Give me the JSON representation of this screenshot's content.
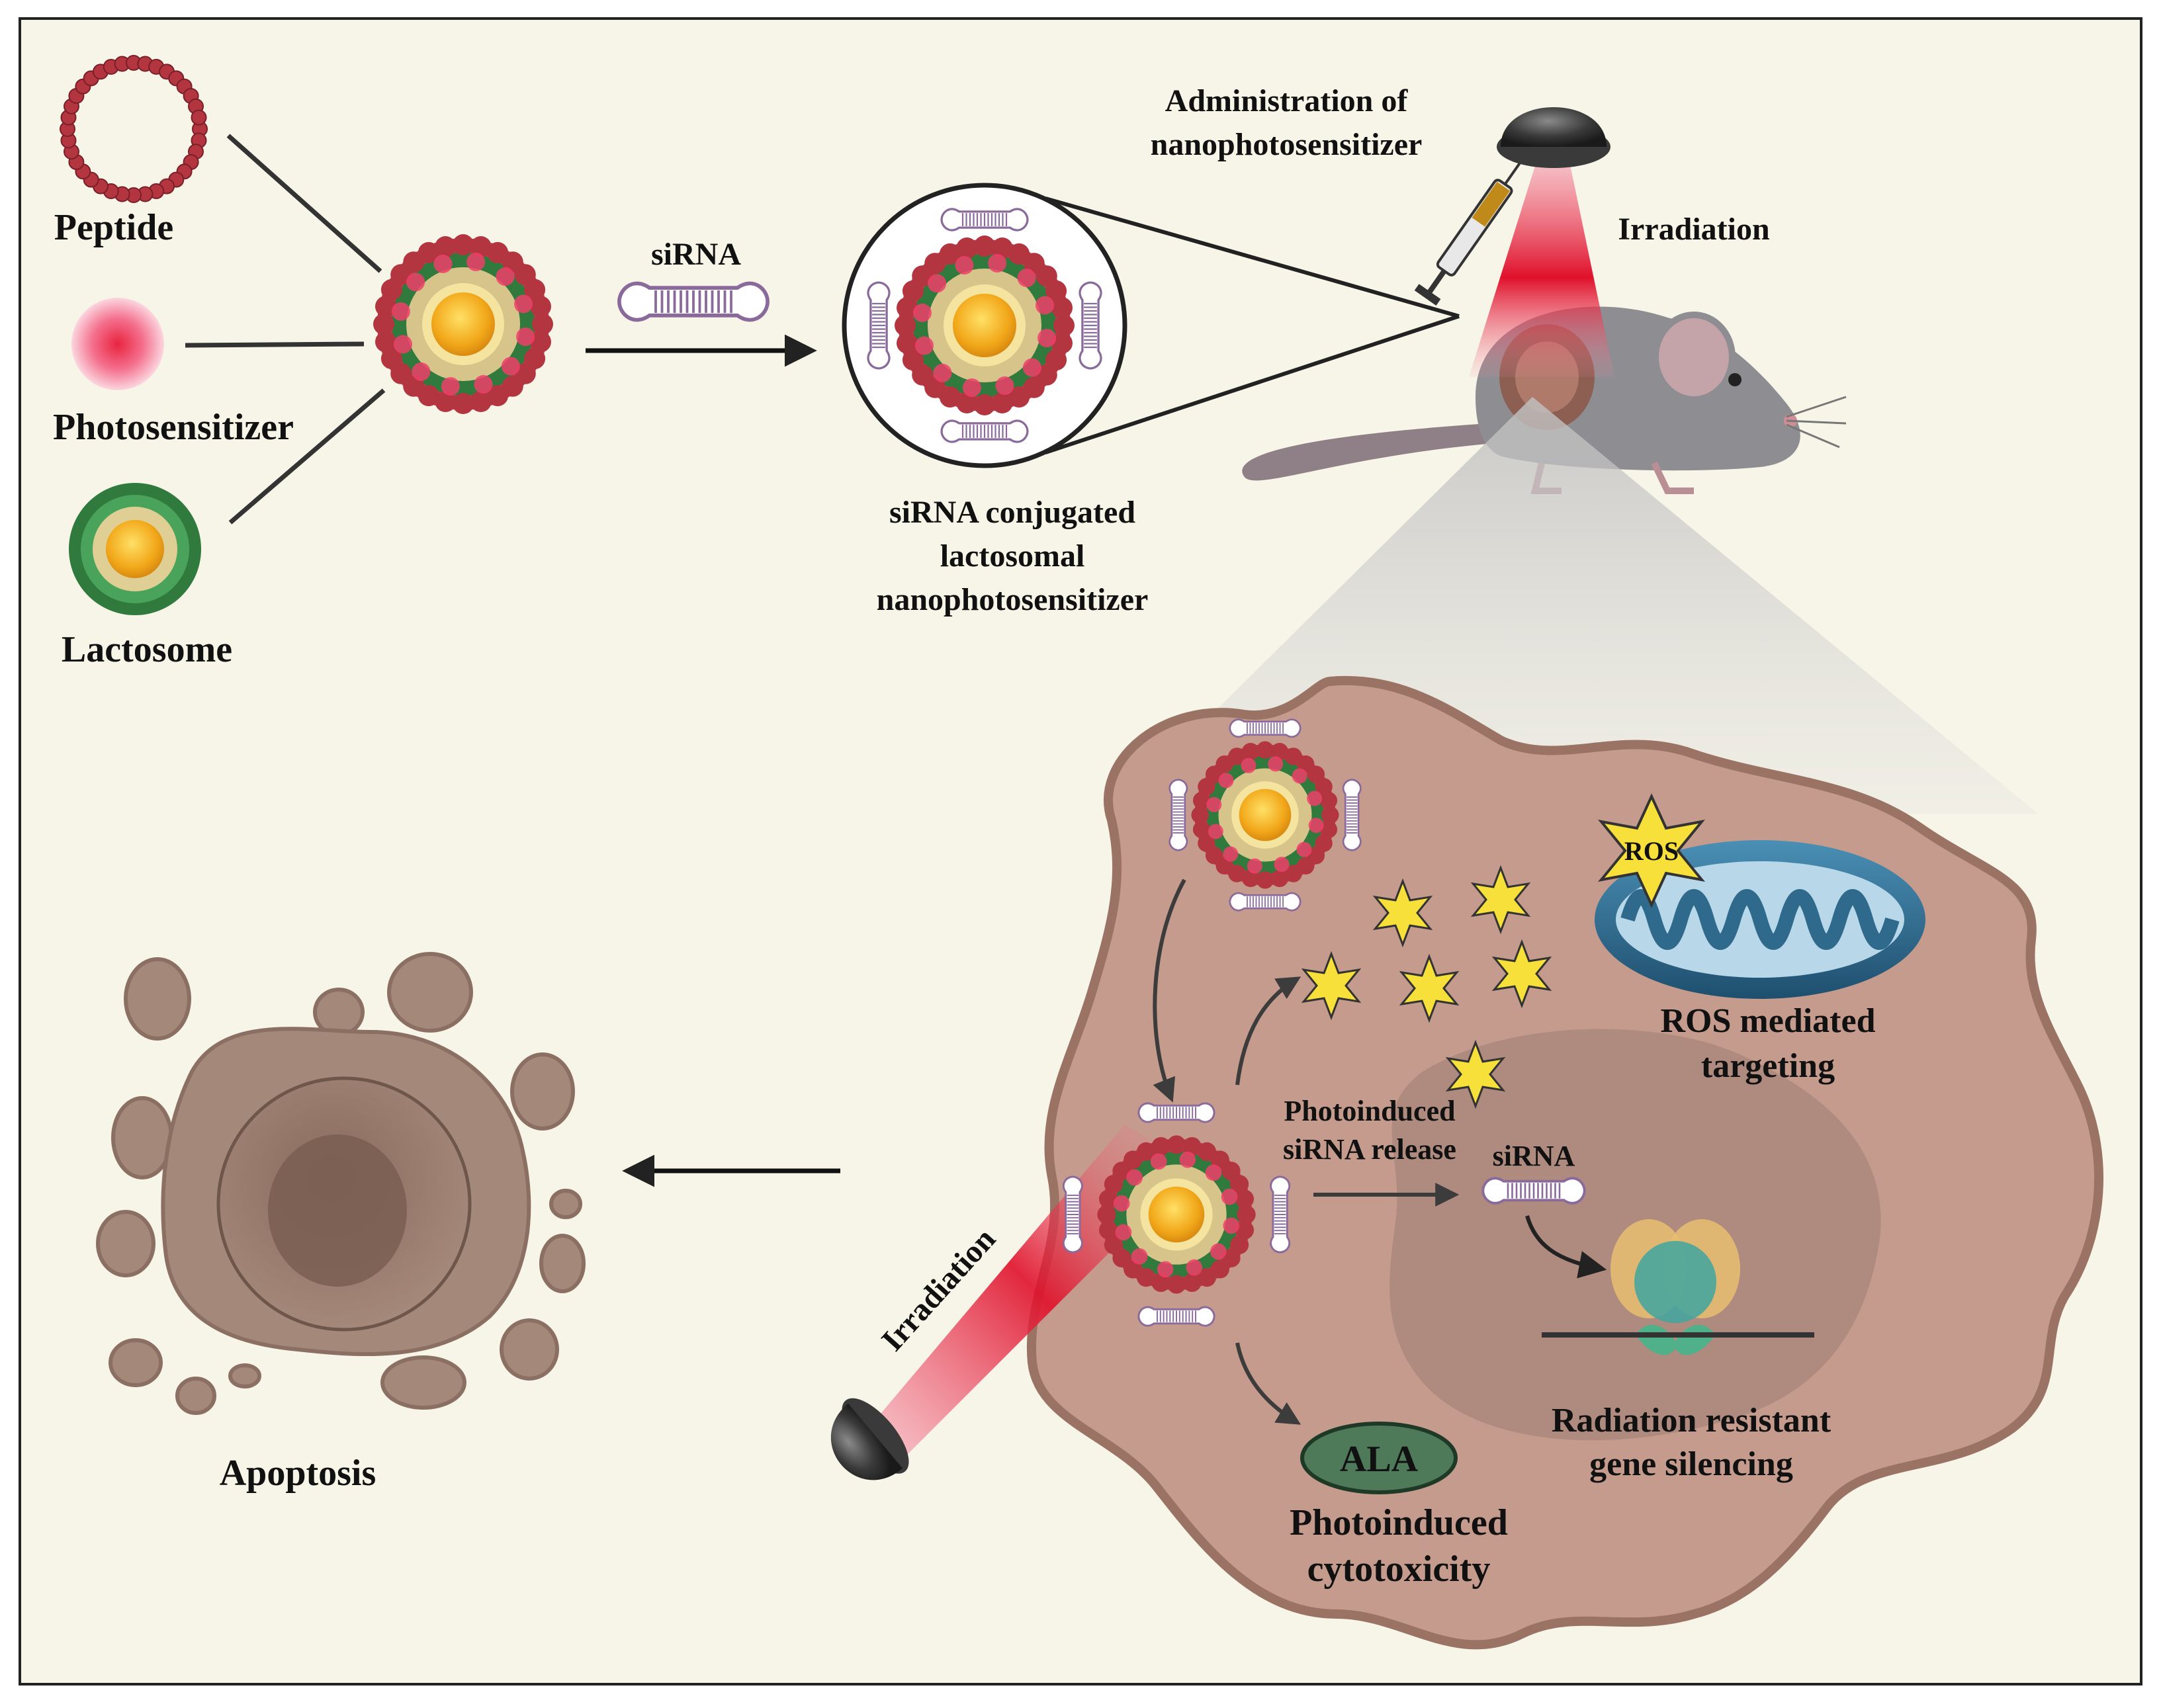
{
  "labels": {
    "peptide": "Peptide",
    "photosensitizer": "Photosensitizer",
    "lactosome": "Lactosome",
    "sirna_arrow": "siRNA",
    "conjugated_line1": "siRNA conjugated",
    "conjugated_line2": "lactosomal",
    "conjugated_line3": "nanophotosensitizer",
    "admin_line1": "Administration  of",
    "admin_line2": "nanophotosensitizer",
    "irradiation_top": "Irradiation",
    "irradiation_bottom": "Irradiation",
    "ros_star": "ROS",
    "ros_line1": "ROS mediated",
    "ros_line2": "targeting",
    "release_line1": "Photoinduced",
    "release_line2": "siRNA release",
    "sirna_cell": "siRNA",
    "gene_line1": "Radiation  resistant",
    "gene_line2": "gene silencing",
    "ala": "ALA",
    "cyto_line1": "Photoinduced",
    "cyto_line2": "cytotoxicity",
    "apoptosis": "Apoptosis"
  },
  "colors": {
    "panel_background": "#f7f5e8",
    "cell_body": "#c49b8c",
    "cell_border": "#9a7365",
    "nucleus": "#a8847a",
    "peptide_red": "#b3353f",
    "photosensitizer_pink": "#ee3f6a",
    "lactosome_green": "#3a8a45",
    "core_orange": "#f2a81a",
    "sirna_purple": "#8a6a9a",
    "laser_red": "#e0102a",
    "ros_star_yellow": "#f7e03a",
    "mitochondria_blue": "#2f6a8c",
    "ala_green": "#4f7a5a",
    "apoptotic_brown": "#8a6f62"
  }
}
